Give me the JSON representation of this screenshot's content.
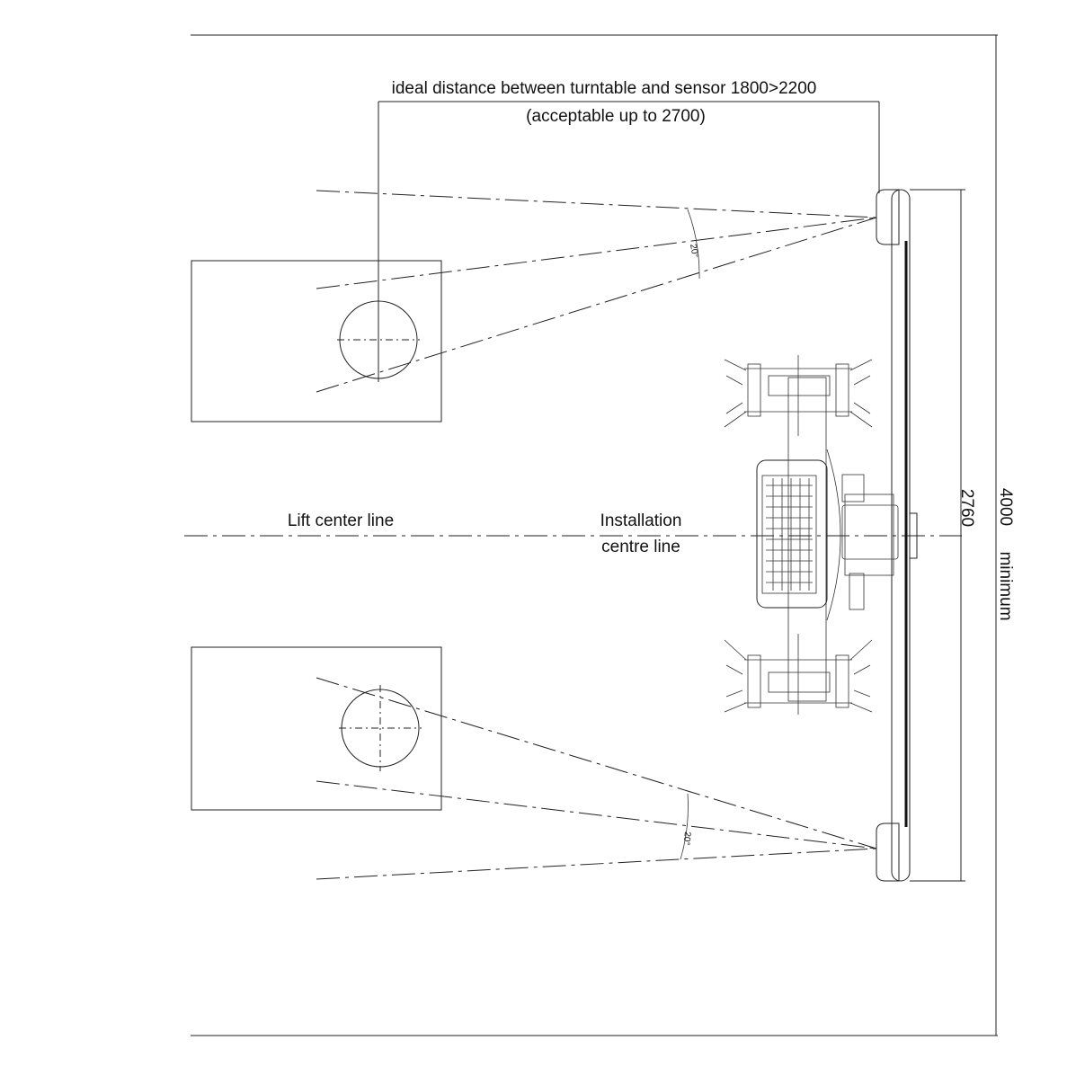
{
  "labels": {
    "distance_line1": "ideal distance between turntable and sensor 1800>2200",
    "distance_line2": "(acceptable up to 2700)",
    "lift_center_line": "Lift center line",
    "installation_line1": "Installation",
    "installation_line2": "centre line",
    "dim_inner": "2760",
    "dim_outer": "4000",
    "dim_outer_suffix": "minimum",
    "angle_top": "20°",
    "angle_bottom": "20°"
  }
}
